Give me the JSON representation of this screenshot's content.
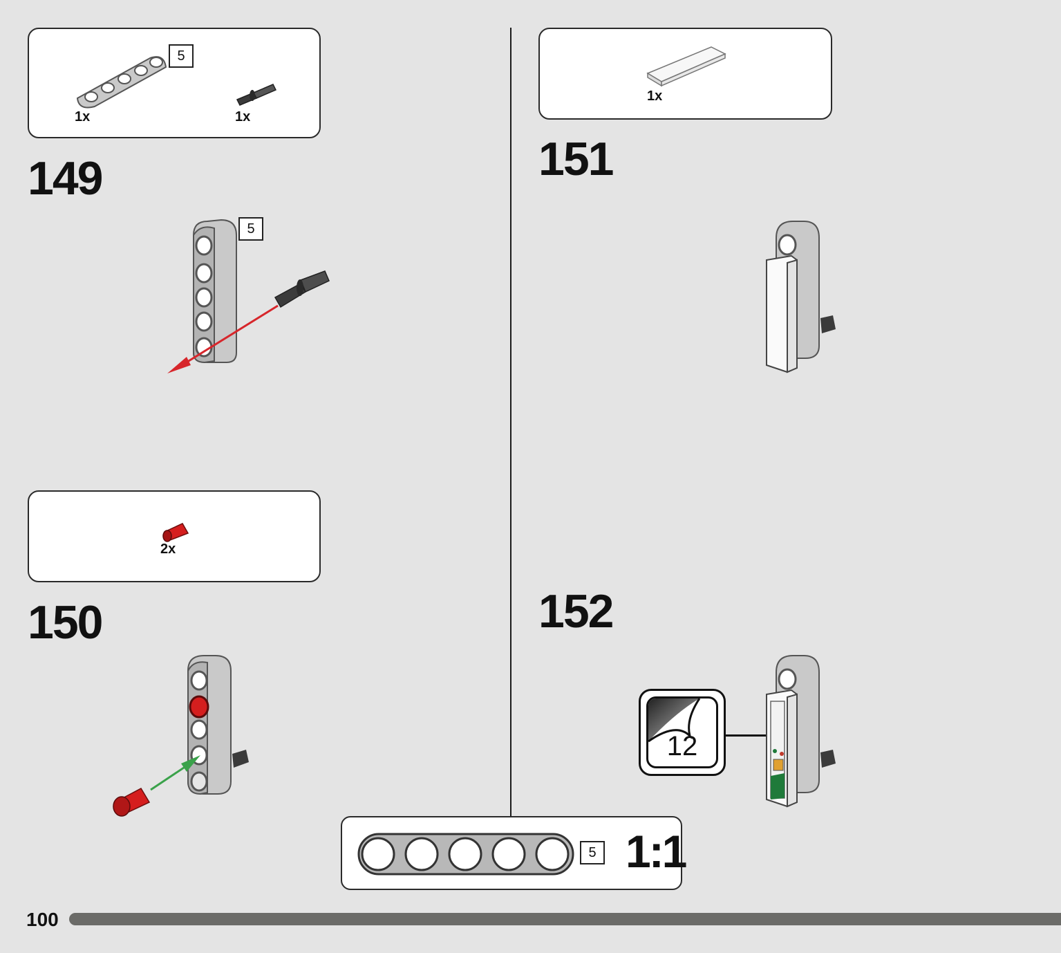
{
  "page": {
    "number": "100",
    "progress_fraction": 1.0
  },
  "steps": [
    {
      "number": "149",
      "parts": [
        {
          "qty": "1x",
          "part": "liftarm-5",
          "length_tag": "5"
        },
        {
          "qty": "1x",
          "part": "axle-pin"
        }
      ],
      "model_length_tag": "5"
    },
    {
      "number": "150",
      "parts": [
        {
          "qty": "2x",
          "part": "red-pin"
        }
      ]
    },
    {
      "number": "151",
      "parts": [
        {
          "qty": "1x",
          "part": "white-tile"
        }
      ]
    },
    {
      "number": "152",
      "sticker": {
        "number": "12"
      }
    }
  ],
  "scale_reference": {
    "length_tag": "5",
    "scale": "1:1"
  },
  "colors": {
    "background": "#e4e4e4",
    "light_gray_part": "#c9c9c9",
    "red_pin": "#d51e1e",
    "red_arrow": "#d7262b",
    "green_arrow": "#3aa24a",
    "sticker_green": "#1f7a3a"
  }
}
